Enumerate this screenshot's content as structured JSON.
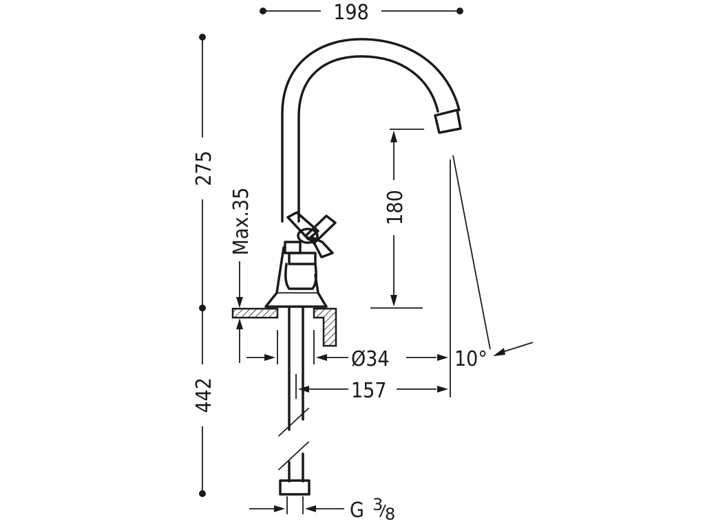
{
  "dimensions": {
    "reach_top": "198",
    "total_height": "275",
    "max_deck": "Max.35",
    "spout_height": "180",
    "deck_hole": "Ø34",
    "spout_reach": "157",
    "spout_angle": "10°",
    "tail_length": "442",
    "thread_prefix": "G",
    "thread_num": "3",
    "thread_den": "8"
  }
}
